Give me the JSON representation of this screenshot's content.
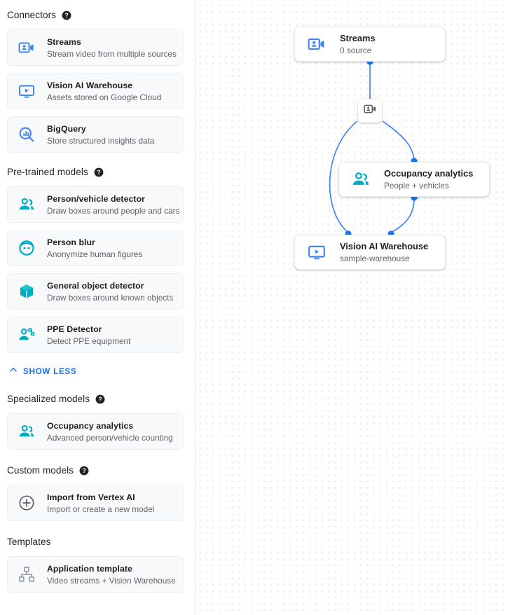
{
  "sidebar": {
    "sections": [
      {
        "id": "connectors",
        "title": "Connectors",
        "has_help": true,
        "help_icon": "help-circle-icon",
        "items": [
          {
            "title": "Streams",
            "sub": "Stream video from multiple sources",
            "icon": "video-camera-person-icon",
            "color": "#4285f4"
          },
          {
            "title": "Vision AI Warehouse",
            "sub": "Assets stored on Google Cloud",
            "icon": "monitor-play-icon",
            "color": "#4285f4"
          },
          {
            "title": "BigQuery",
            "sub": "Store structured insights data",
            "icon": "magnifier-bars-icon",
            "color": "#4285f4"
          }
        ]
      },
      {
        "id": "pre-trained-models",
        "title": "Pre-trained models",
        "has_help": true,
        "help_icon": "help-circle-icon",
        "items": [
          {
            "title": "Person/vehicle detector",
            "sub": "Draw boxes around people and cars",
            "icon": "people-group-icon",
            "color": "#00acc1"
          },
          {
            "title": "Person blur",
            "sub": "Anonymize human figures",
            "icon": "face-circle-icon",
            "color": "#00acc1"
          },
          {
            "title": "General object detector",
            "sub": "Draw boxes around known objects",
            "icon": "cube-box-icon",
            "color": "#00acc1"
          },
          {
            "title": "PPE Detector",
            "sub": "Detect PPE equipment",
            "icon": "person-helmet-icon",
            "color": "#00acc1"
          }
        ]
      },
      {
        "id": "specialized-models",
        "title": "Specialized models",
        "has_help": true,
        "help_icon": "help-circle-icon",
        "items": [
          {
            "title": "Occupancy analytics",
            "sub": "Advanced person/vehicle counting",
            "icon": "people-group-icon",
            "color": "#00acc1"
          }
        ]
      },
      {
        "id": "custom-models",
        "title": "Custom models",
        "has_help": true,
        "help_icon": "help-circle-icon",
        "items": [
          {
            "title": "Import from Vertex AI",
            "sub": "Import or create a new model",
            "icon": "plus-circle-icon",
            "color": "#5f6368"
          }
        ]
      },
      {
        "id": "templates",
        "title": "Templates",
        "has_help": false,
        "items": [
          {
            "title": "Application template",
            "sub": "Video streams + Vision Warehouse",
            "icon": "hierarchy-icon",
            "color": "#9aa0a6"
          }
        ]
      }
    ],
    "show_less": {
      "label": "SHOW LESS",
      "icon": "chevron-up-icon",
      "color": "#1a73e8"
    }
  },
  "canvas": {
    "nodes": [
      {
        "id": "streams",
        "title": "Streams",
        "sub": "0 source",
        "icon": "video-camera-person-icon",
        "color": "#4285f4"
      },
      {
        "id": "occupancy",
        "title": "Occupancy analytics",
        "sub": "People + vehicles",
        "icon": "people-group-icon",
        "color": "#00acc1"
      },
      {
        "id": "warehouse",
        "title": "Vision AI Warehouse",
        "sub": "sample-warehouse",
        "icon": "monitor-play-icon",
        "color": "#4285f4"
      }
    ],
    "badge": {
      "id": "stream-badge",
      "icon": "video-camera-person-icon",
      "color": "#5f6368"
    },
    "edge_color": "#4285f4",
    "dot_color": "#1a73e8"
  }
}
